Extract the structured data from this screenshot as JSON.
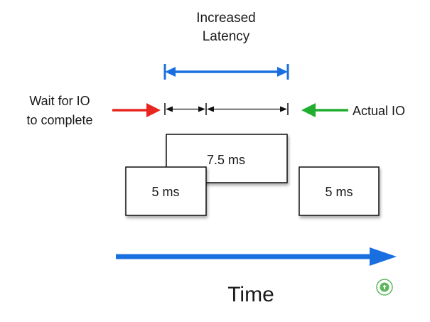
{
  "labels": {
    "increased_latency_line1": "Increased",
    "increased_latency_line2": "Latency",
    "wait_line1": "Wait for IO",
    "wait_line2": "to complete",
    "actual_io": "Actual IO",
    "time": "Time"
  },
  "boxes": {
    "left_duration": "5 ms",
    "middle_duration": "7.5 ms",
    "right_duration": "5 ms"
  },
  "colors": {
    "latency_arrow": "#1a6fe0",
    "wait_arrow": "#e8261f",
    "actual_arrow": "#1fae2e",
    "time_arrow": "#1a6fe0",
    "dimension_line": "#111111"
  },
  "icons": {
    "corner_badge": "cloud-upload-icon"
  }
}
